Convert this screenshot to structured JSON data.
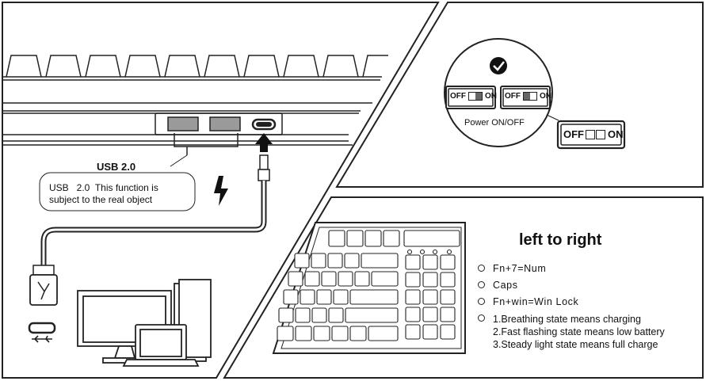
{
  "usb": {
    "label": "USB 2.0",
    "note_line1": "USB   2.0  This function is",
    "note_line2": "subject to the real object"
  },
  "power": {
    "label": "Power ON/OFF",
    "switch_off": "OFF",
    "switch_on": "ON"
  },
  "indicators": {
    "title": "left to right",
    "items": [
      "Fn+7=Num",
      "Caps",
      "Fn+win=Win Lock"
    ],
    "battery_lines": [
      "1.Breathing state means charging",
      "2.Fast flashing state means low battery",
      "3.Steady light state means full charge"
    ]
  },
  "colors": {
    "line": "#222222",
    "fill": "#ffffff",
    "port_fill": "#9a9a9a"
  }
}
